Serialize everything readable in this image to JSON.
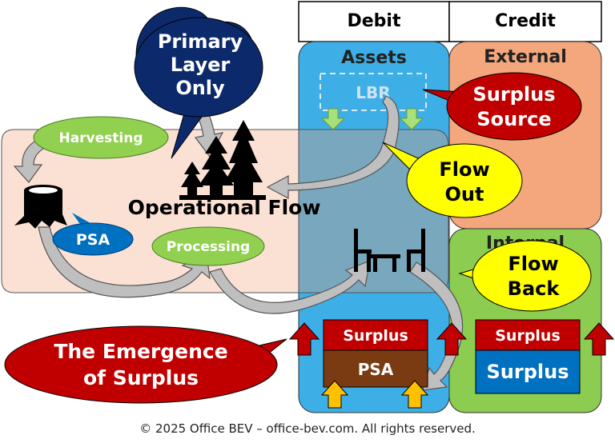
{
  "header": {
    "debit": "Debit",
    "credit": "Credit"
  },
  "assets": {
    "title": "Assets",
    "lbr": "LBR"
  },
  "external": {
    "title": "External"
  },
  "internal": {
    "title": "Internal"
  },
  "callouts": {
    "primary_layer": [
      "Primary",
      "Layer",
      "Only"
    ],
    "surplus_source": [
      "Surplus",
      "Source"
    ],
    "flow_out": [
      "Flow",
      "Out"
    ],
    "flow_back": [
      "Flow",
      "Back"
    ],
    "emergence": [
      "The Emergence",
      "of Surplus"
    ]
  },
  "flow": {
    "harvesting": "Harvesting",
    "processing": "Processing",
    "psa_bubble": "PSA",
    "operational_flow": "Operational Flow"
  },
  "boxes": {
    "assets_surplus": "Surplus",
    "assets_psa": "PSA",
    "internal_surplus": "Surplus",
    "internal_surplus_blue": "Surplus"
  },
  "footer": {
    "copyright": "© 2025 Office BEV – office-bev.com. All rights reserved."
  },
  "colors": {
    "assets_blue": "#3eaee6",
    "external_salmon": "#f4a67d",
    "internal_green": "#8ccc50",
    "operational_pink": "#fbe1d4",
    "dark_red": "#c00000",
    "navy": "#0c2a6b",
    "yellow": "#ffff00",
    "light_green": "#92d050",
    "psa_brown": "#7b3b12",
    "psa_blue": "#0070c0",
    "up_arrow_red": "#c00000",
    "up_arrow_orange": "#ffc000"
  },
  "icons": [
    "trees-icon",
    "stump-icon",
    "furniture-icon"
  ]
}
